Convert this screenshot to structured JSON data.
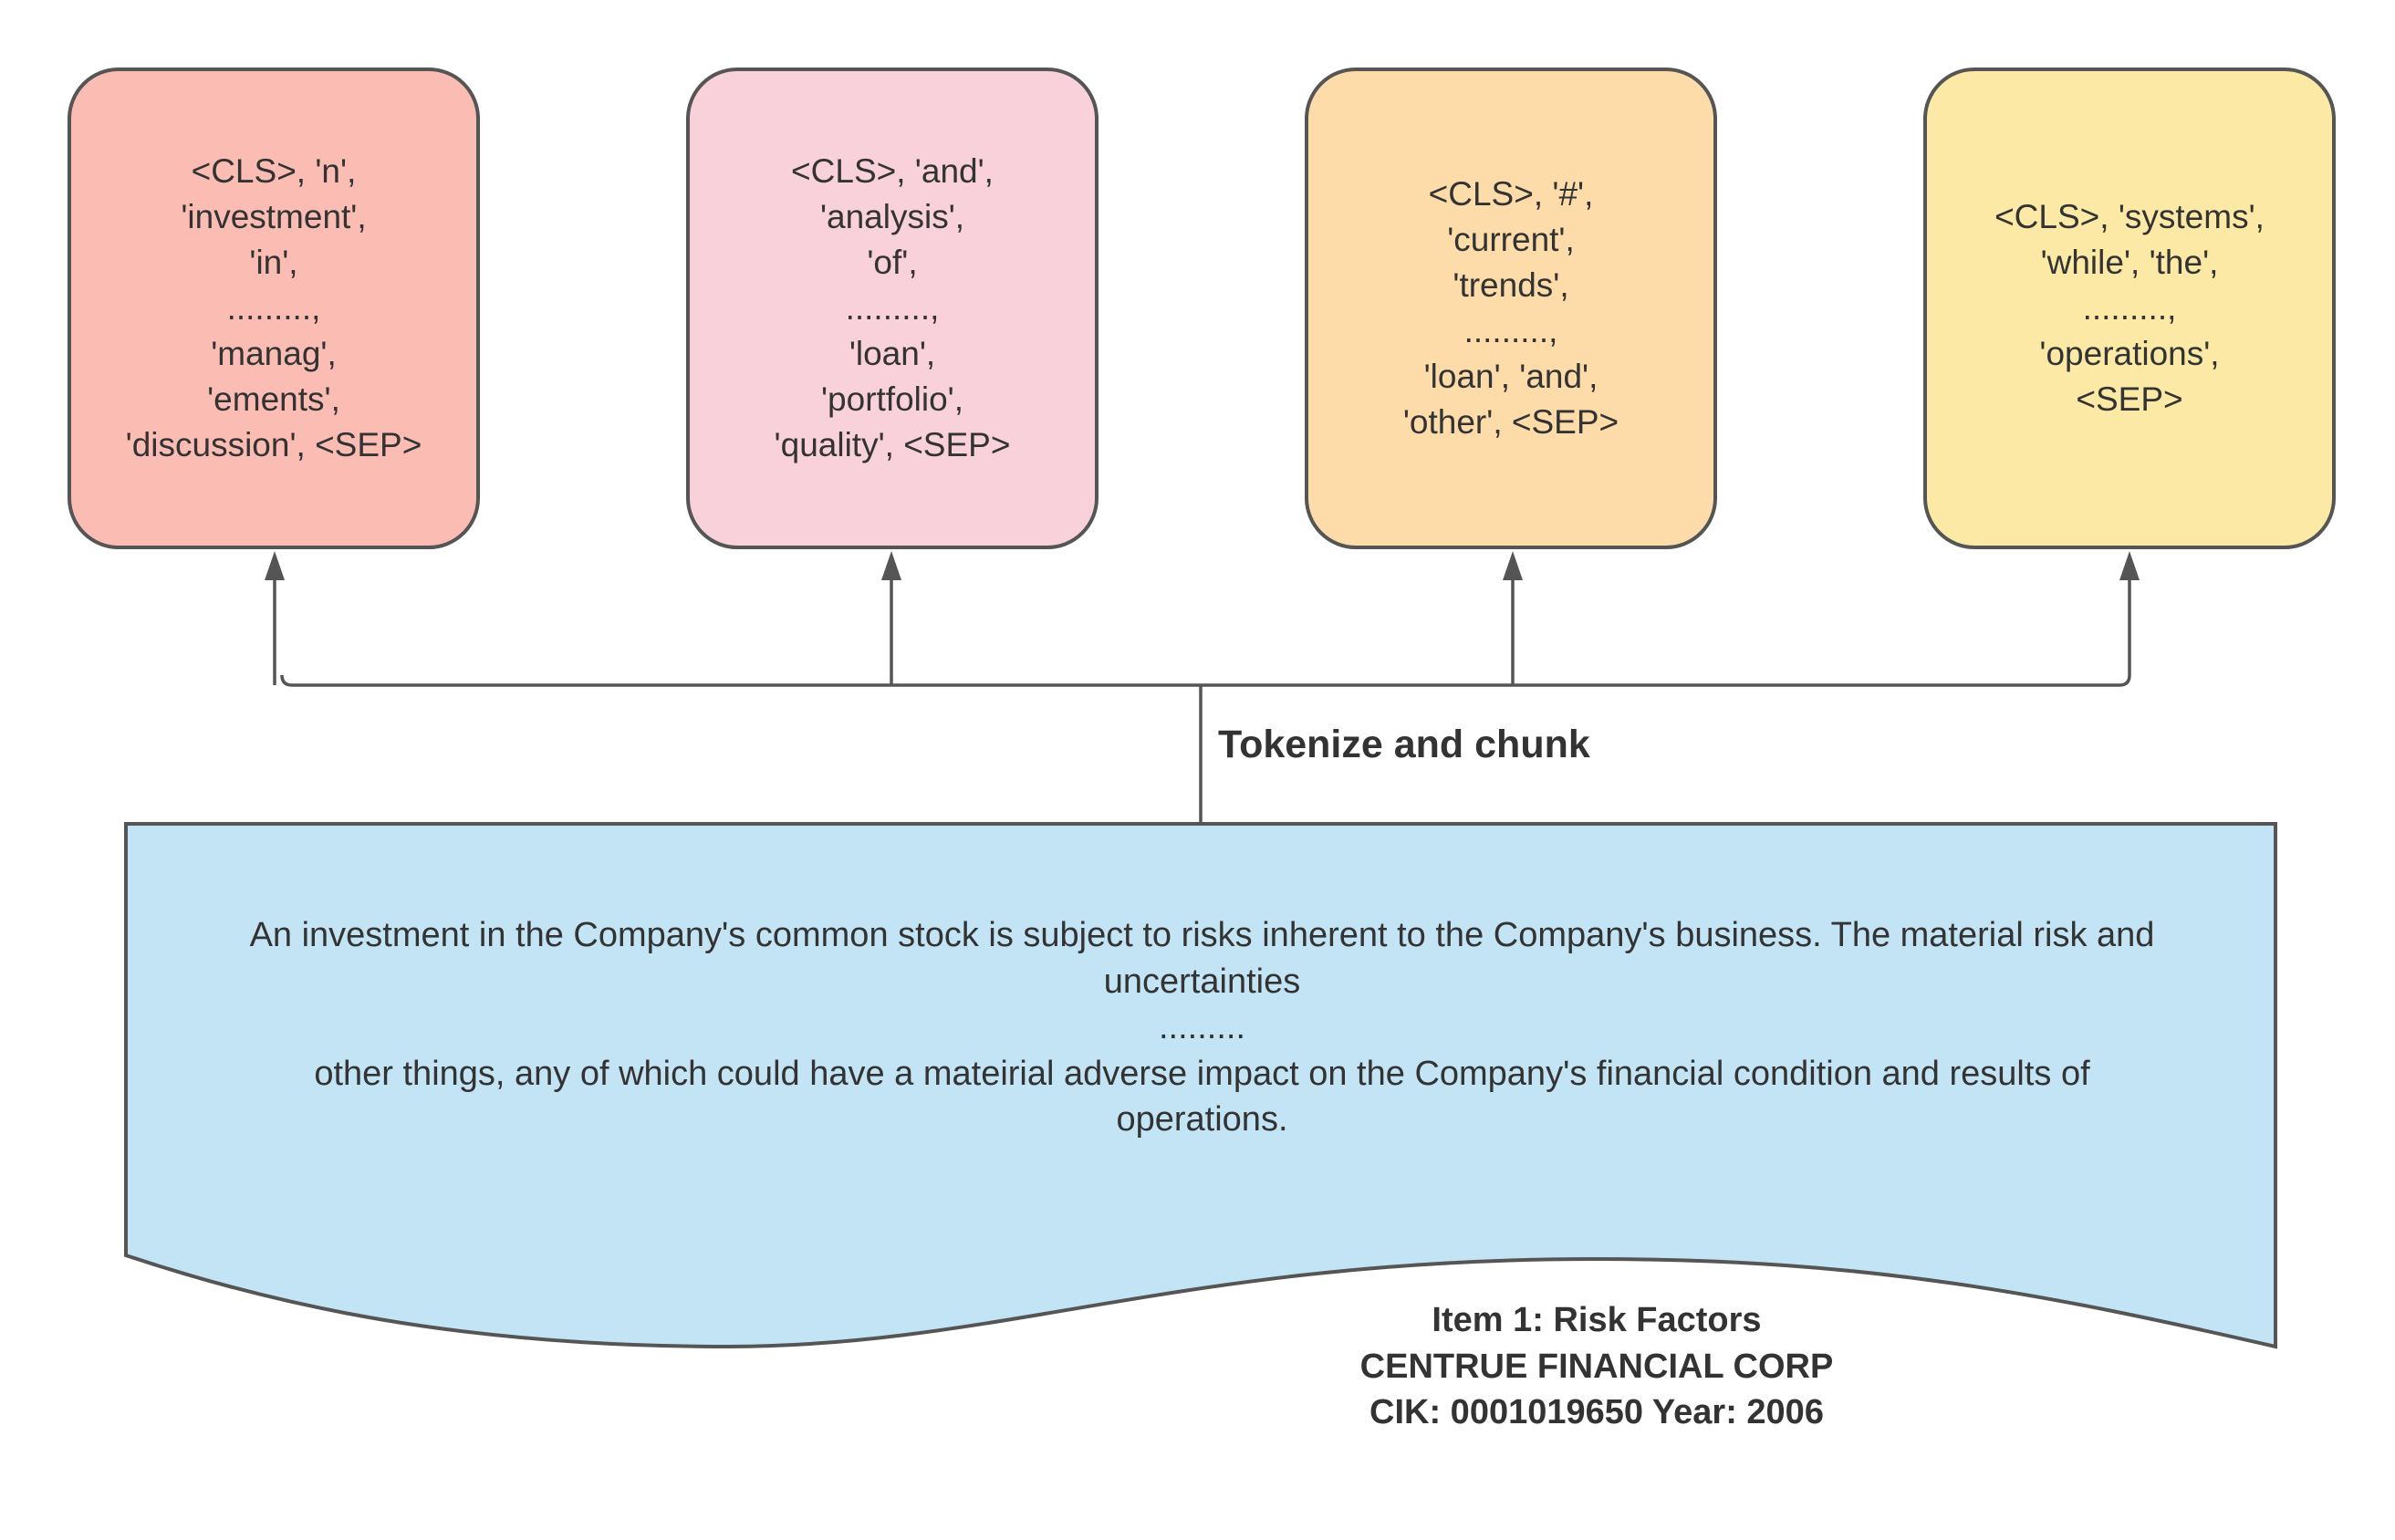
{
  "chunks": [
    {
      "text": "<CLS>, 'n',\n'investment',\n'in',\n.........,\n'manag',\n'ements',\n'discussion', <SEP>",
      "color": "#fbbcb3"
    },
    {
      "text": "<CLS>, 'and',\n'analysis',\n'of',\n.........,\n'loan',\n'portfolio',\n'quality', <SEP>",
      "color": "#f8d1da"
    },
    {
      "text": "<CLS>, '#',\n'current',\n'trends',\n.........,\n'loan', 'and',\n'other', <SEP>",
      "color": "#fddcaa"
    },
    {
      "text": "<CLS>, 'systems',\n'while', 'the',\n.........,\n'operations',\n<SEP>",
      "color": "#fbe9a5"
    }
  ],
  "step_label": "Tokenize and chunk",
  "document": {
    "body_lines": [
      "An investment in the Company's common stock is subject to risks inherent to the Company's business. The material risk and",
      "uncertainties",
      ".........",
      "other things, any of which could have a mateirial adverse impact on the Company's financial condition and results of",
      "operations."
    ],
    "section": "Item 1: Risk Factors",
    "company": "CENTRUE FINANCIAL CORP",
    "cik_year": "CIK: 0001019650 Year: 2006",
    "color": "#c3e4f5"
  },
  "colors": {
    "stroke": "#555555",
    "text": "#333333"
  }
}
